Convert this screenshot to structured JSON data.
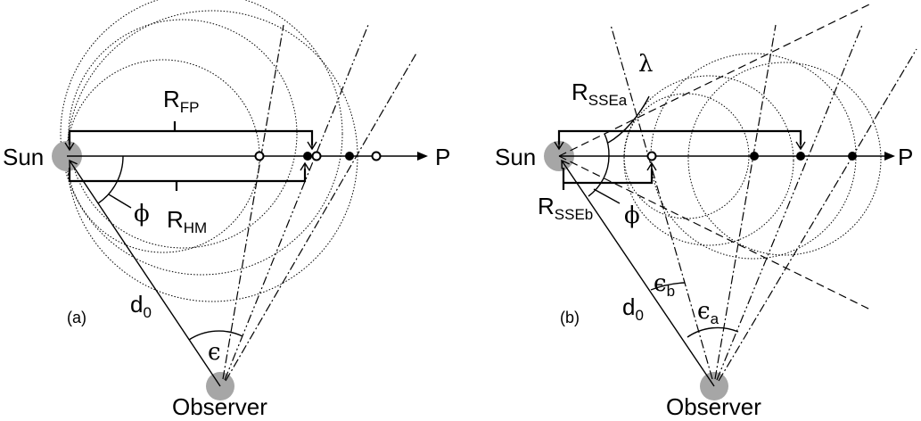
{
  "labels": {
    "sun": "Sun",
    "observer": "Observer",
    "p": "P",
    "panel_a": "(a)",
    "panel_b": "(b)",
    "r": "R",
    "fp": "FP",
    "hm": "HM",
    "ssea": "SSEa",
    "sseb": "SSEb",
    "phi": "ϕ",
    "lambda": "λ",
    "epsilon": "ϵ",
    "eps_a_sub": "a",
    "eps_b_sub": "b",
    "d": "d",
    "d_sub": "0"
  },
  "colors": {
    "body_fill": "#a6a6a6",
    "line": "#000000",
    "background": "#ffffff"
  }
}
